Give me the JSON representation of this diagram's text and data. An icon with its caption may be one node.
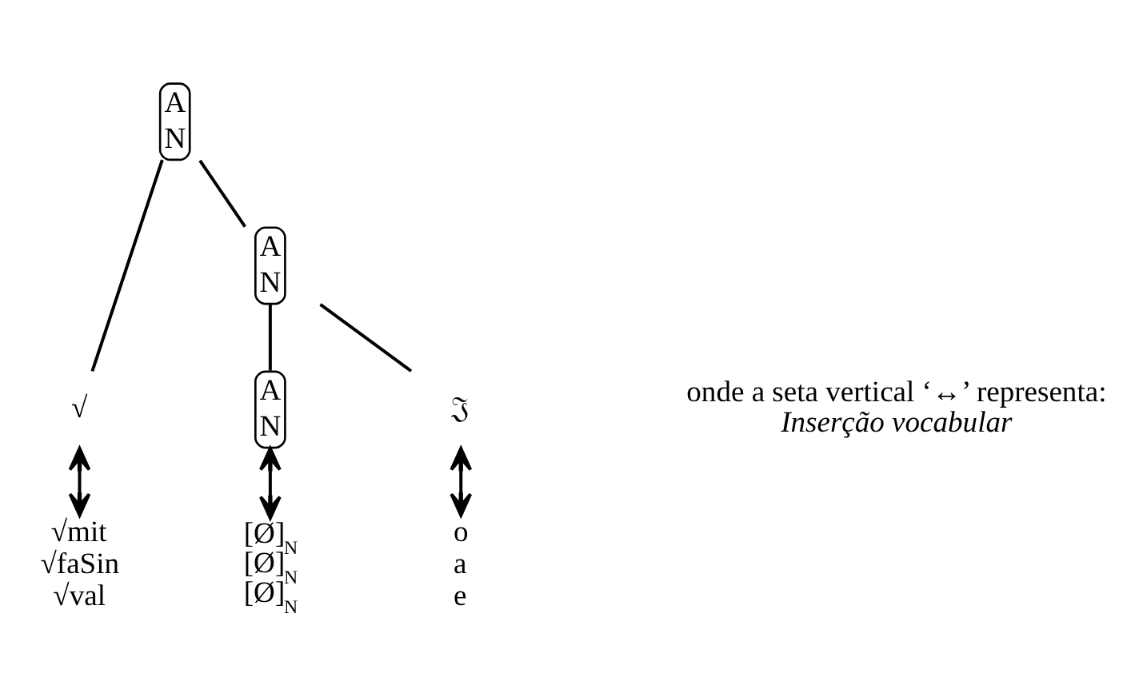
{
  "diagram": {
    "nodes": [
      {
        "text": [
          "A",
          "N"
        ]
      },
      {
        "text": [
          "√"
        ]
      },
      {
        "text": [
          "A",
          "N"
        ]
      },
      {
        "text": [
          "A",
          "N"
        ]
      },
      {
        "text": [
          "𝔍"
        ]
      },
      {
        "text": [
          "√mit",
          "√faSin",
          "√val"
        ]
      },
      {
        "text": [
          "[Ø]$_{N}$",
          "[Ø]$_{N}$",
          "[Ø]$_{N}$"
        ]
      },
      {
        "text": [
          "o",
          "a",
          "e"
        ]
      }
    ],
    "edges": [
      {
        "from": 0,
        "to": 1,
        "arrow": "none"
      },
      {
        "from": 0,
        "to": 2,
        "arrow": "none"
      },
      {
        "from": 2,
        "to": 3,
        "arrow": "none"
      },
      {
        "from": 2,
        "to": 4,
        "arrow": "none"
      },
      {
        "from": 1,
        "to": 5,
        "arrow": "both"
      },
      {
        "from": 3,
        "to": 6,
        "arrow": "both"
      },
      {
        "from": 4,
        "to": 7,
        "arrow": "both"
      }
    ],
    "labels": [
      "onde a seta vertical ‘↔’ representa:",
      "Inserção vocabular"
    ]
  }
}
